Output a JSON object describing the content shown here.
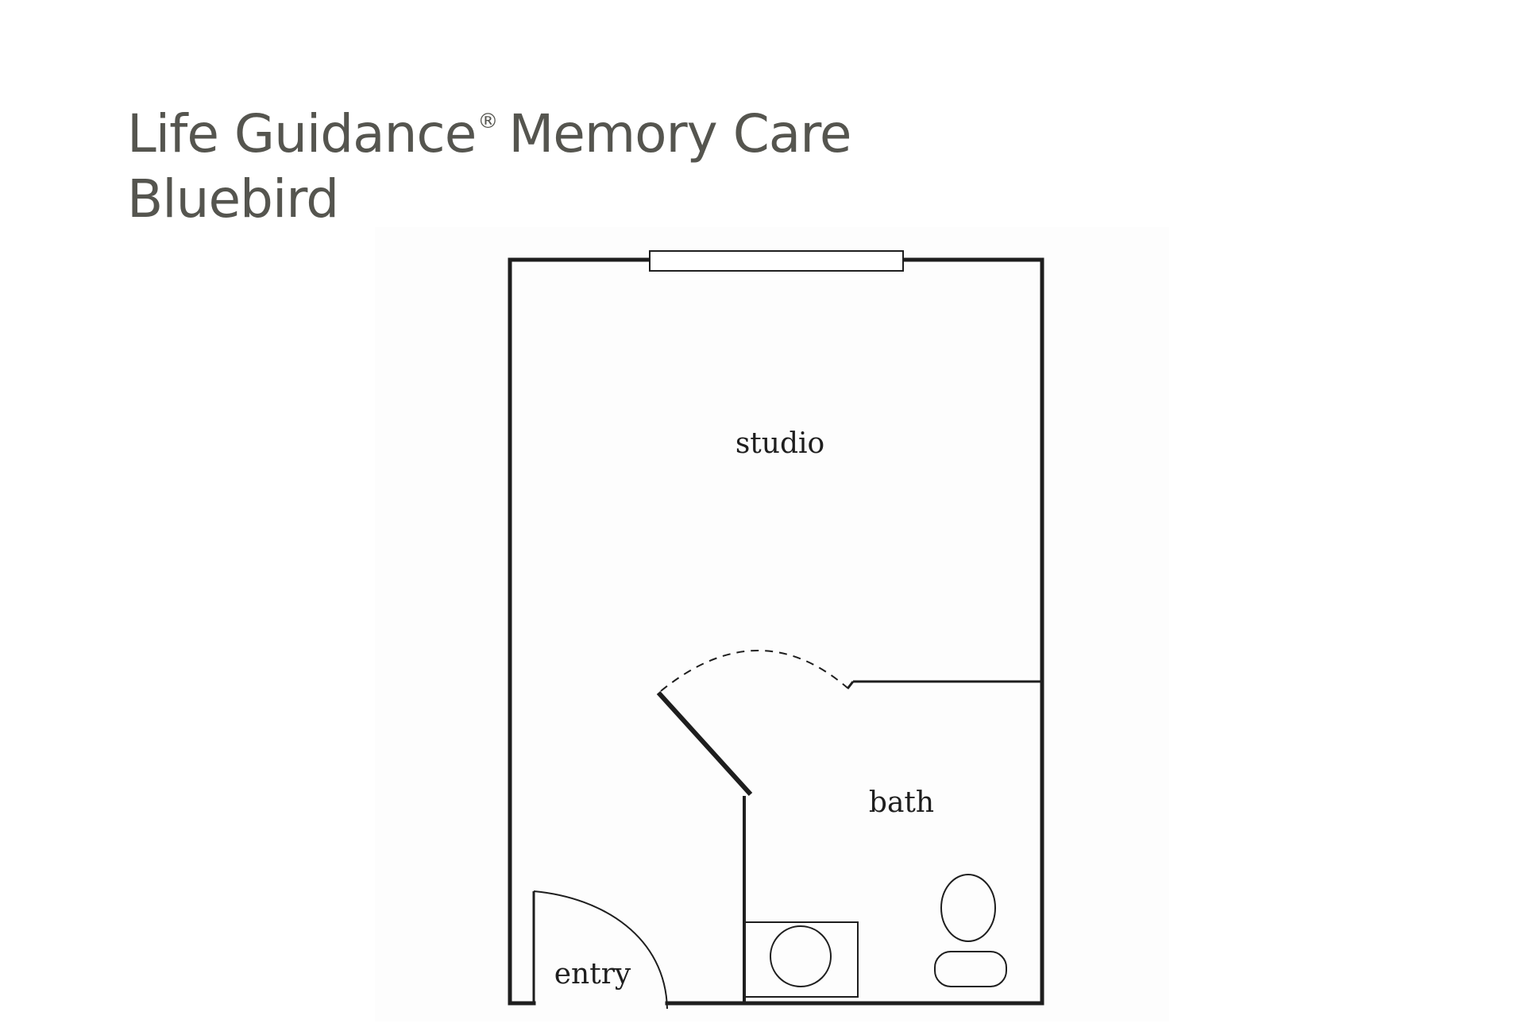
{
  "header": {
    "program": "Life Guidance",
    "registered_mark": "®",
    "program_suffix": "Memory Care",
    "plan_name": "Bluebird"
  },
  "rooms": {
    "studio": "studio",
    "bath": "bath",
    "entry": "entry"
  },
  "colors": {
    "title": "#55554f",
    "walls": "#1e1e1e"
  }
}
